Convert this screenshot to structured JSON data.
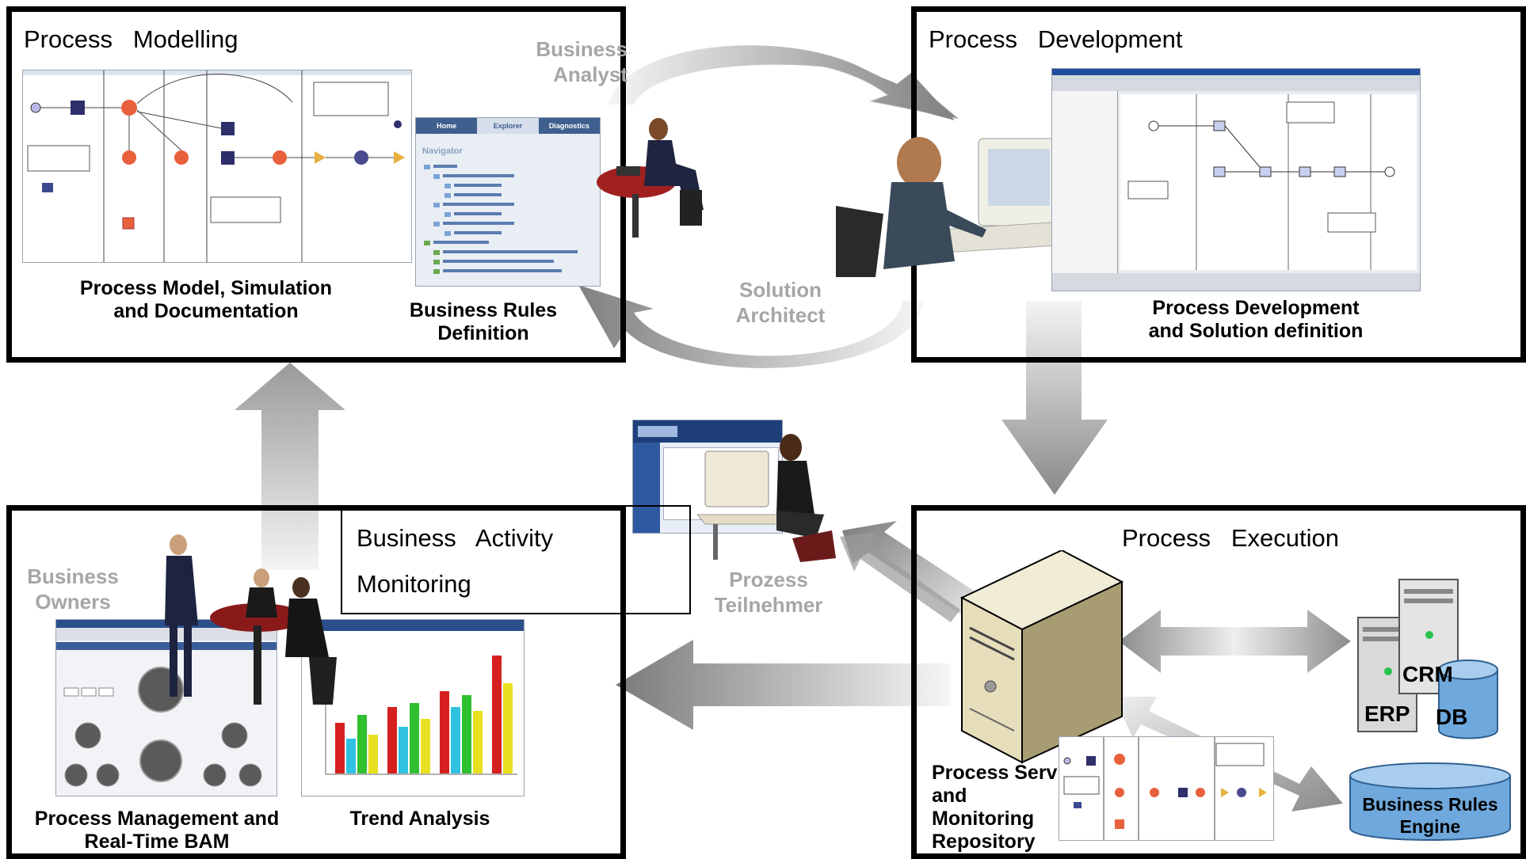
{
  "panels": {
    "modelling": {
      "title": "Process   Modelling",
      "caption_model": "Process Model, Simulation\nand Documentation",
      "caption_rules": "Business Rules\nDefinition",
      "rules_tabs": [
        "Home",
        "Explorer",
        "Diagnostics"
      ],
      "navigator_label": "Navigator"
    },
    "development": {
      "title": "Process   Development",
      "caption": "Process Development\nand Solution definition"
    },
    "execution": {
      "title": "Process   Execution",
      "caption": "Process Serv\nand\nMonitoring\nRepository",
      "erp_label": "ERP",
      "crm_label": "CRM",
      "db_label": "DB",
      "rules_engine_label": "Business Rules\nEngine"
    },
    "monitoring": {
      "title_line1": "Business   Activity",
      "title_line2": "Monitoring",
      "caption_bam": "Process Management and\nReal-Time BAM",
      "caption_trend": "Trend Analysis"
    }
  },
  "roles": {
    "business_analyst": "Business\nAnalyst",
    "solution_architect": "Solution\nArchitect",
    "business_owners": "Business\nOwners",
    "prozess_teilnehmer": "Prozess\nTeilnehmer"
  },
  "colors": {
    "border": "#000000",
    "role_text": "#a6a6a6",
    "arrow_light": "#f2f2f2",
    "arrow_dark": "#7f7f7f",
    "node_orange": "#e8603c",
    "node_navy": "#2e2f6b",
    "db_blue": "#6fa8dc"
  }
}
